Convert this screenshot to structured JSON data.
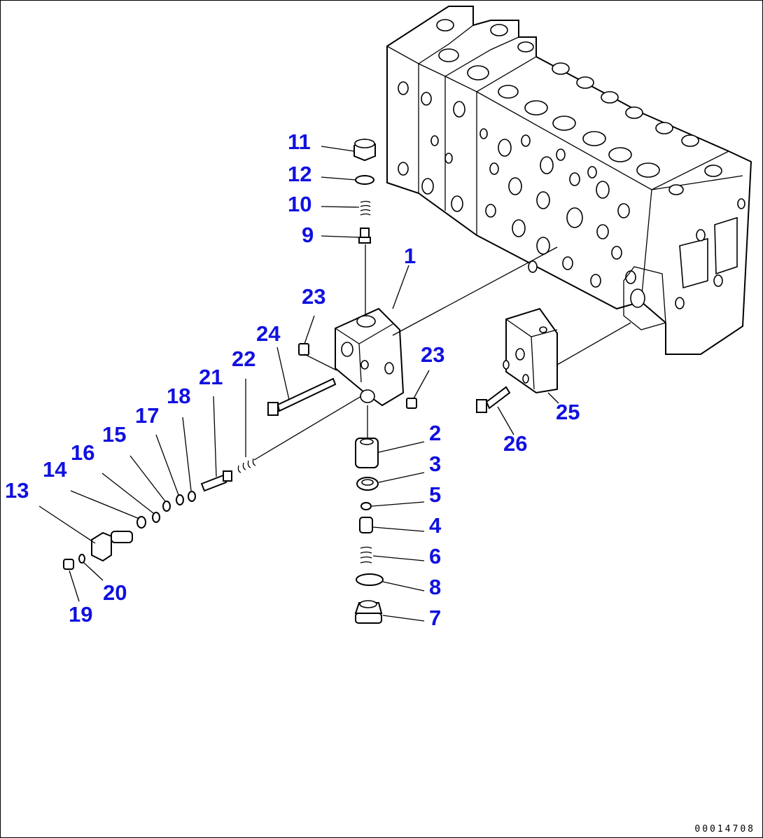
{
  "callouts": {
    "c1": "1",
    "c2": "2",
    "c3": "3",
    "c4": "4",
    "c5": "5",
    "c6": "6",
    "c7": "7",
    "c8": "8",
    "c9": "9",
    "c10": "10",
    "c11": "11",
    "c12": "12",
    "c13": "13",
    "c14": "14",
    "c15": "15",
    "c16": "16",
    "c17": "17",
    "c18": "18",
    "c19": "19",
    "c20": "20",
    "c21": "21",
    "c22": "22",
    "c23a": "23",
    "c23b": "23",
    "c24": "24",
    "c25": "25",
    "c26": "26"
  },
  "reference_code": "00014708",
  "colors": {
    "callout": "#1010e0",
    "line": "#000000",
    "background": "#ffffff"
  }
}
